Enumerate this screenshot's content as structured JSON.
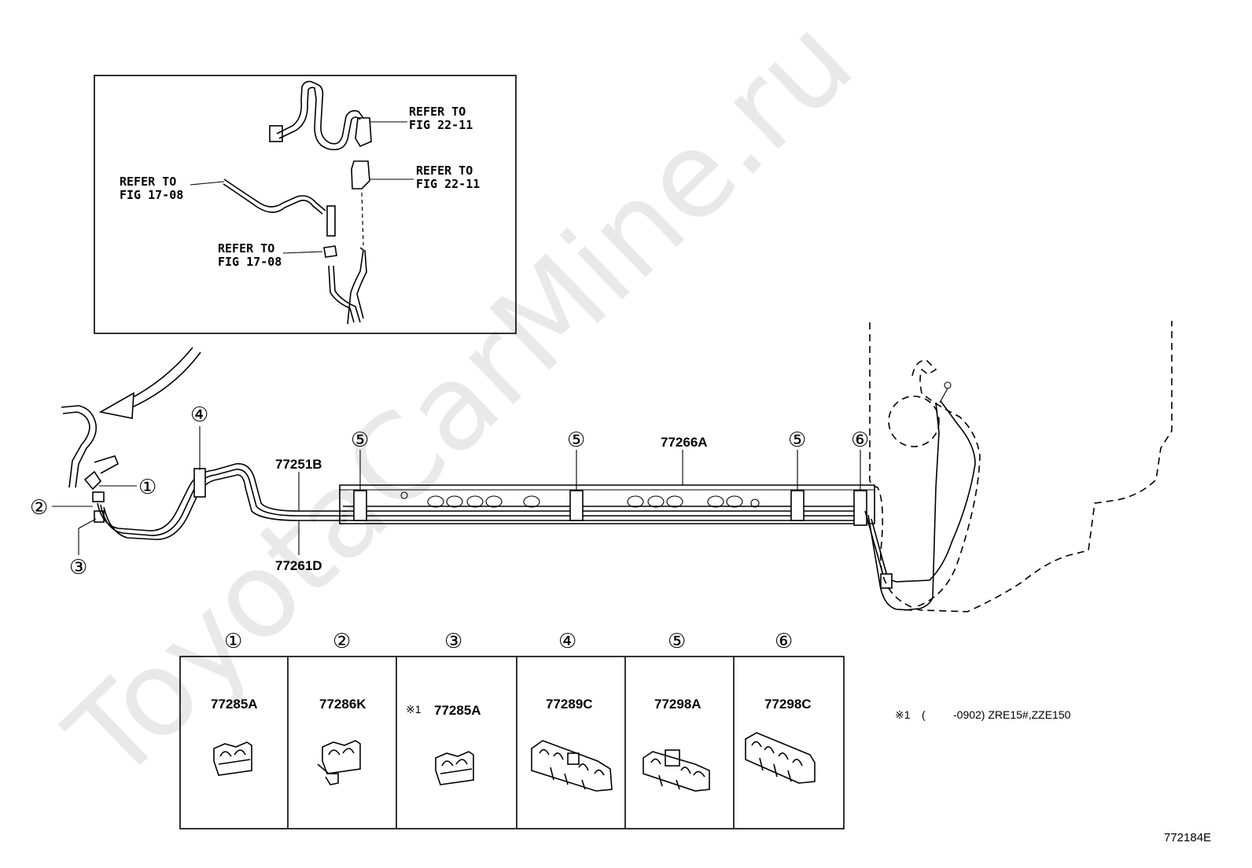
{
  "watermark": "ToyotaCarMine.ru",
  "inset": {
    "refs": [
      {
        "line1": "REFER TO",
        "line2": "FIG 22-11"
      },
      {
        "line1": "REFER TO",
        "line2": "FIG 22-11"
      },
      {
        "line1": "REFER TO",
        "line2": "FIG 17-08"
      },
      {
        "line1": "REFER TO",
        "line2": "FIG 17-08"
      }
    ]
  },
  "main": {
    "parts": {
      "p77266A": "77266A",
      "p77251B": "77251B",
      "p77261D": "77261D"
    },
    "callouts": [
      "①",
      "②",
      "③",
      "④",
      "⑤",
      "⑤",
      "⑤",
      "⑥"
    ]
  },
  "table": {
    "cells": [
      {
        "num": "①",
        "prefix": "",
        "part": "77285A"
      },
      {
        "num": "②",
        "prefix": "",
        "part": "77286K"
      },
      {
        "num": "③",
        "prefix": "※1",
        "part": "77285A"
      },
      {
        "num": "④",
        "prefix": "",
        "part": "77289C"
      },
      {
        "num": "⑤",
        "prefix": "",
        "part": "77298A"
      },
      {
        "num": "⑥",
        "prefix": "",
        "part": "77298C"
      }
    ]
  },
  "footnote": {
    "mark": "※1",
    "paren_open": "(",
    "text": "-0902) ZRE15#,ZZE150"
  },
  "figure_code": "772184E"
}
